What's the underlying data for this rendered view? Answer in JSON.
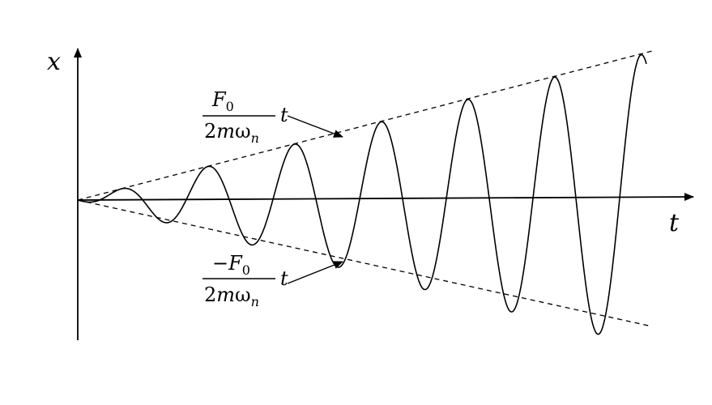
{
  "diagram": {
    "x_axis_label": "t",
    "y_axis_label": "x",
    "upper_envelope": {
      "numerator": "F",
      "numerator_subscript": "0",
      "denominator_prefix": "2",
      "denominator_m": "m",
      "denominator_omega": "ω",
      "denominator_subscript": "n",
      "multiplier": "t"
    },
    "lower_envelope": {
      "numerator": "−F",
      "numerator_subscript": "0",
      "denominator_prefix": "2",
      "denominator_m": "m",
      "denominator_omega": "ω",
      "denominator_subscript": "n",
      "multiplier": "t"
    },
    "colors": {
      "line": "#000000",
      "background": "#ffffff"
    }
  }
}
